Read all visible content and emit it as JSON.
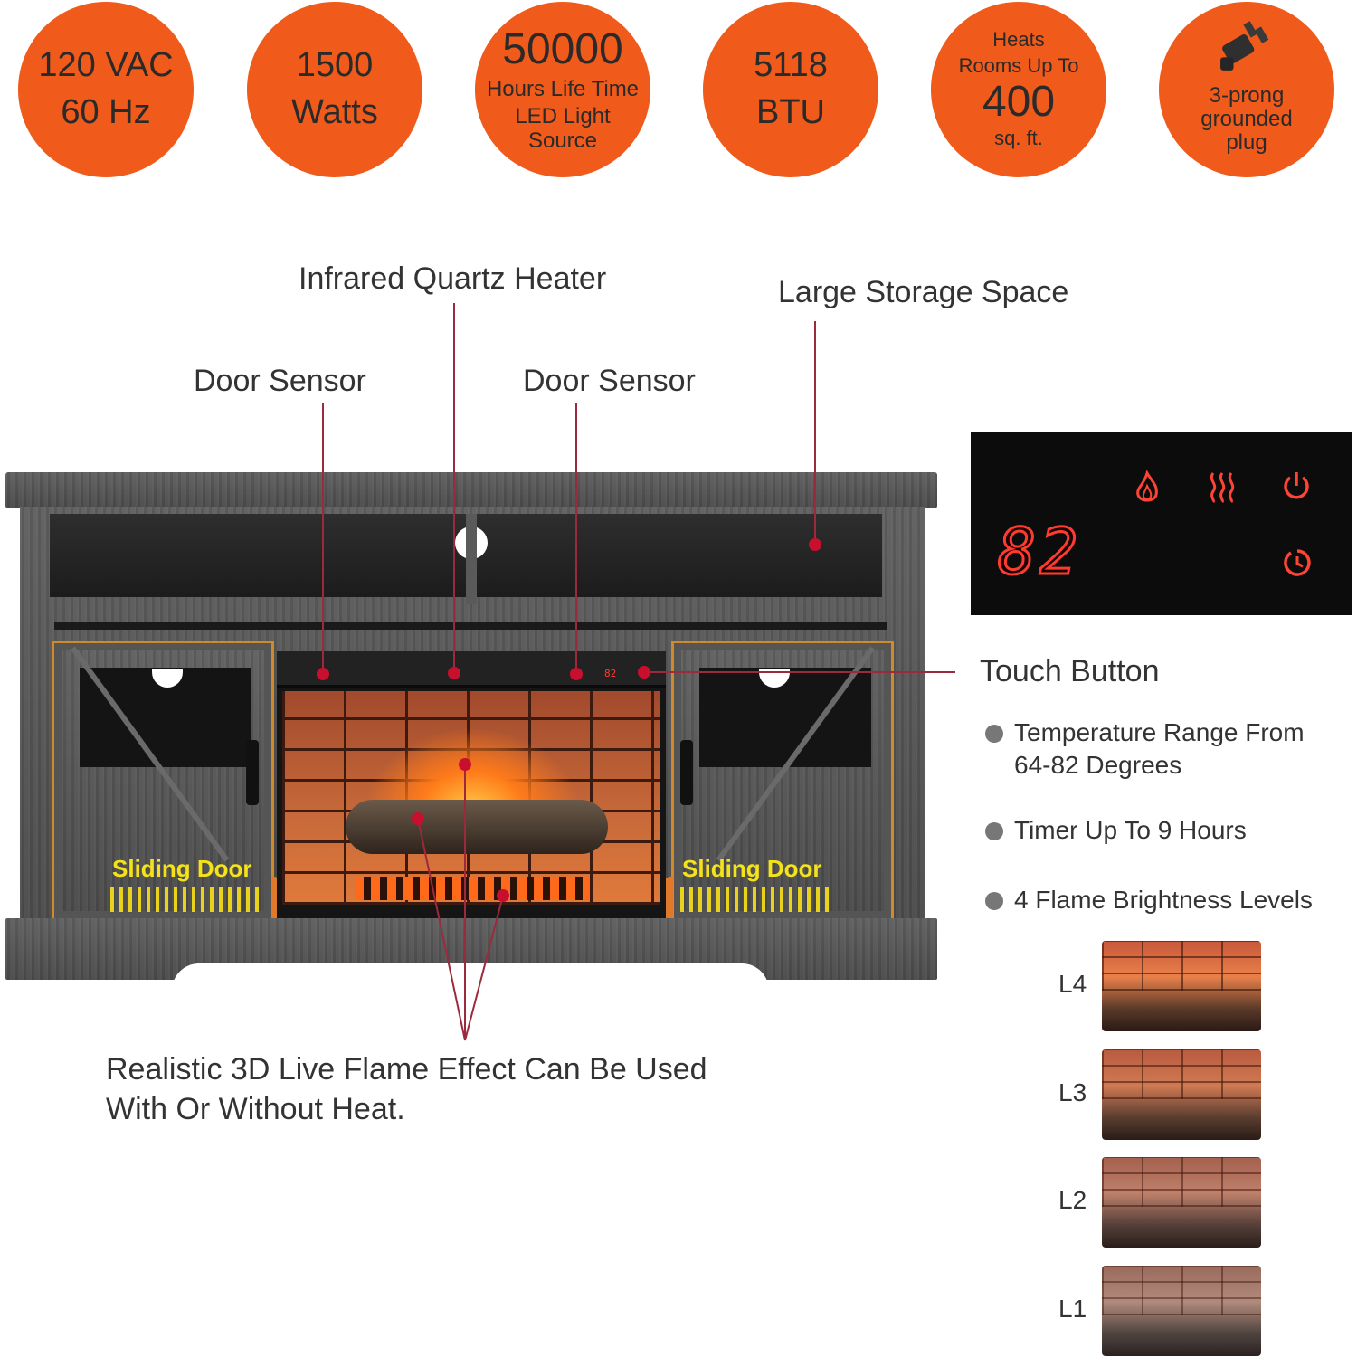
{
  "badges": [
    {
      "line1": "120 VAC",
      "line2": "60 Hz"
    },
    {
      "line1": "1500",
      "line2": "Watts"
    },
    {
      "big": "50000",
      "small1": "Hours Life Time",
      "small2": "LED Light",
      "small3": "Source"
    },
    {
      "line1": "5118",
      "line2": "BTU"
    },
    {
      "top1": "Heats",
      "top2": "Rooms Up To",
      "big": "400",
      "bottom": "sq. ft."
    },
    {
      "icon": "plug-icon",
      "line1": "3-prong",
      "line2": "grounded",
      "line3": "plug"
    }
  ],
  "callouts": {
    "infrared": "Infrared Quartz Heater",
    "storage": "Large Storage Space",
    "door_sensor_left": "Door Sensor",
    "door_sensor_right": "Door Sensor",
    "touch_button": "Touch Button",
    "flame_effect_line1": "Realistic 3D Live Flame Effect Can Be Used",
    "flame_effect_line2": "With Or Without Heat."
  },
  "sliding_door": {
    "left": "Sliding Door",
    "right": "Sliding Door"
  },
  "control_panel": {
    "display": "82",
    "icons": [
      "flame-icon",
      "heat-icon",
      "power-icon",
      "timer-icon"
    ]
  },
  "features": [
    {
      "line1": "Temperature Range From",
      "line2": "64-82 Degrees"
    },
    {
      "line1": "Timer Up To 9 Hours"
    },
    {
      "line1": "4 Flame Brightness Levels"
    }
  ],
  "levels": [
    "L4",
    "L3",
    "L2",
    "L1"
  ],
  "colors": {
    "badge": "#f05a1a",
    "callout_line": "#9c2a3c",
    "door_frame": "#d08a2a",
    "sliding_label": "#f4e21a",
    "panel_led": "#ff3b30"
  }
}
